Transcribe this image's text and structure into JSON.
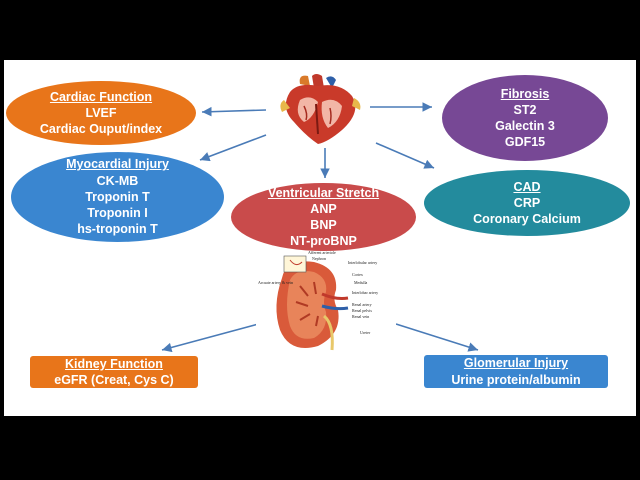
{
  "nodes": {
    "cardiac_function": {
      "title": "Cardiac Function",
      "lines": [
        "LVEF",
        "Cardiac Ouput/index"
      ]
    },
    "myocardial_injury": {
      "title": "Myocardial Injury",
      "lines": [
        "CK-MB",
        "Troponin T",
        "Troponin I",
        "hs-troponin T"
      ]
    },
    "ventricular_stretch": {
      "title": "Ventricular Stretch",
      "lines": [
        "ANP",
        "BNP",
        "NT-proBNP"
      ]
    },
    "fibrosis": {
      "title": "Fibrosis",
      "lines": [
        "ST2",
        "Galectin 3",
        "GDF15"
      ]
    },
    "cad": {
      "title": "CAD",
      "lines": [
        "CRP",
        "Coronary Calcium"
      ]
    },
    "kidney_function": {
      "title": "Kidney Function",
      "lines": [
        "eGFR (Creat, Cys C)"
      ]
    },
    "glomerular_injury": {
      "title": "Glomerular Injury",
      "lines": [
        "Urine protein/albumin"
      ]
    }
  },
  "kidney_labels": [
    "Afferent arteriole",
    "Nephron",
    "Interlobular artery",
    "Cortex",
    "Medulla",
    "Interlobar artery",
    "Renal artery",
    "Renal pelvis",
    "Renal vein",
    "Ureter",
    "Arcuate artery & vein"
  ],
  "colors": {
    "orange": "#e8751a",
    "blue": "#3a86d0",
    "red": "#c94b4b",
    "purple": "#774895",
    "teal": "#238b9d",
    "arrow": "#4a7bb7"
  }
}
